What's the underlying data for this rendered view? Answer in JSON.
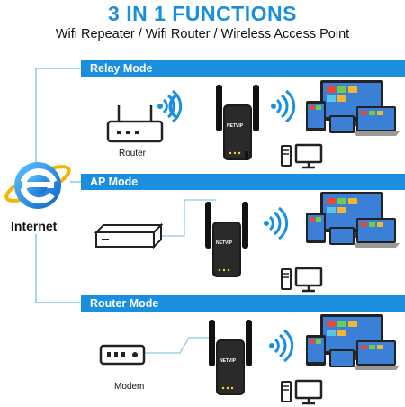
{
  "header": {
    "title": "3 IN 1 FUNCTIONS",
    "subtitle": "Wifi Repeater / Wifi Router / Wireless Access Point"
  },
  "internet": {
    "label": "Internet",
    "icon": "internet-explorer-icon"
  },
  "modes": [
    {
      "label": "Relay Mode",
      "source_label": "Router",
      "source_icon": "router-icon"
    },
    {
      "label": "AP Mode",
      "source_label": "",
      "source_icon": "switch-icon"
    },
    {
      "label": "Router Mode",
      "source_label": "Modem",
      "source_icon": "modem-icon"
    }
  ],
  "device_brand": "NETVIP",
  "colors": {
    "accent": "#1a8fe0",
    "line": "#6fb8e8",
    "wifi": "#1a8fe0"
  }
}
